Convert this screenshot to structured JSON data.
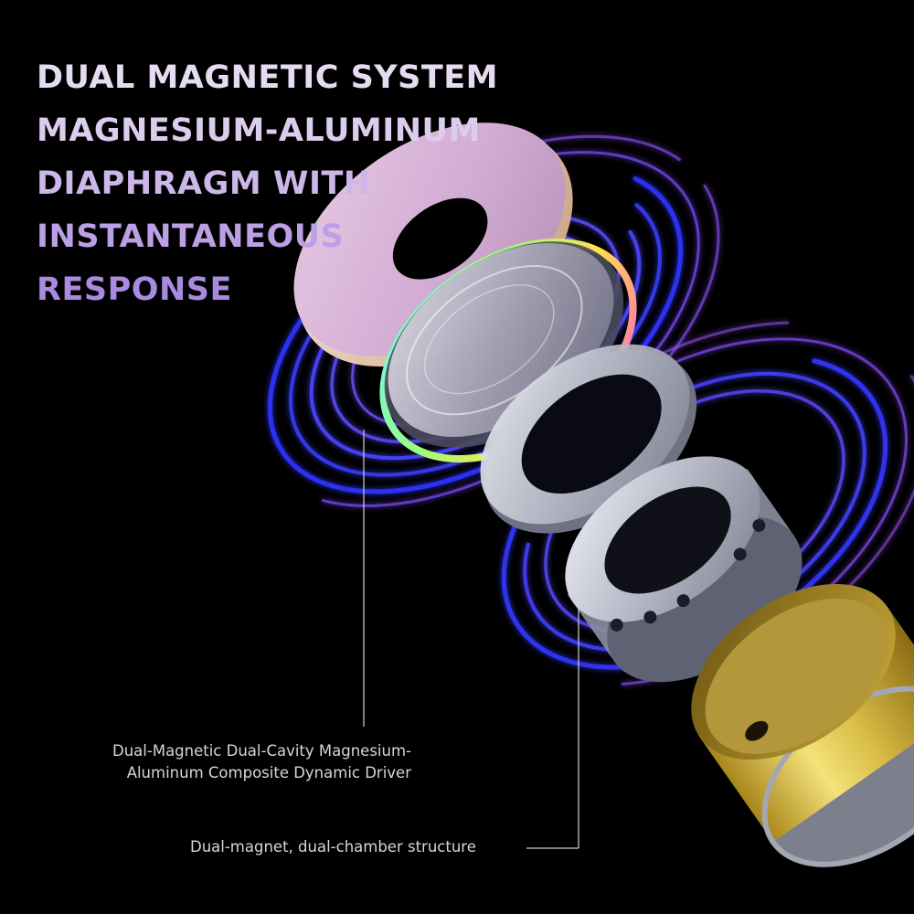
{
  "headline": {
    "lines": [
      "DUAL MAGNETIC SYSTEM",
      "MAGNESIUM-ALUMINUM",
      "DIAPHRAGM WITH",
      "INSTANTANEOUS",
      "RESPONSE"
    ],
    "colors": [
      "#e6dcf2",
      "#dccdee",
      "#cdb7ea",
      "#bba0e6",
      "#a98ae0"
    ]
  },
  "callouts": {
    "driver": {
      "line1": "Dual-Magnetic Dual-Cavity Magnesium-",
      "line2": "Aluminum Composite Dynamic Driver"
    },
    "structure": "Dual-magnet, dual-chamber structure"
  },
  "components": [
    "wave-rings",
    "diaphragm-disc",
    "voice-coil-dome",
    "silver-washer",
    "magnet-chamber",
    "gold-housing"
  ],
  "palette": {
    "background": "#000000",
    "wave_blue": "#3a3cff",
    "wave_violet": "#8a4dff",
    "diaphragm": "#d8b6d8",
    "accent_pink": "#ff2fb0",
    "gold": "#d9c04a",
    "silver": "#b9bcc6"
  }
}
